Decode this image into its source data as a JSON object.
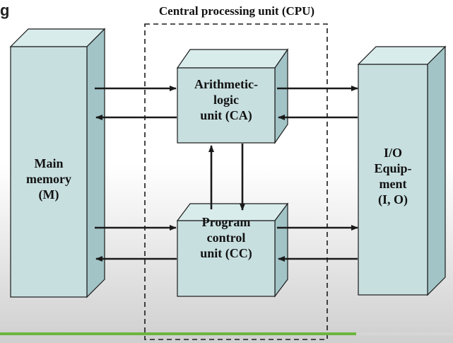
{
  "cpu_title": "Central processing unit (CPU)",
  "blocks": {
    "main_memory": [
      "Main",
      "memory",
      "(M)"
    ],
    "io_equipment": [
      "I/O",
      "Equip-",
      "ment",
      "(I, O)"
    ],
    "alu": [
      "Arithmetic-",
      "logic",
      "unit (CA)"
    ],
    "program_control": [
      "Program",
      "control",
      "unit (CC)"
    ]
  },
  "corner_glyph": "g",
  "colors": {
    "block_front": "#c8dfe0",
    "block_side": "#a2c4c7",
    "block_top": "#d9ecec",
    "stroke": "#1a1a1a",
    "progress": "#6cb63d"
  },
  "video_progress": 0.786
}
